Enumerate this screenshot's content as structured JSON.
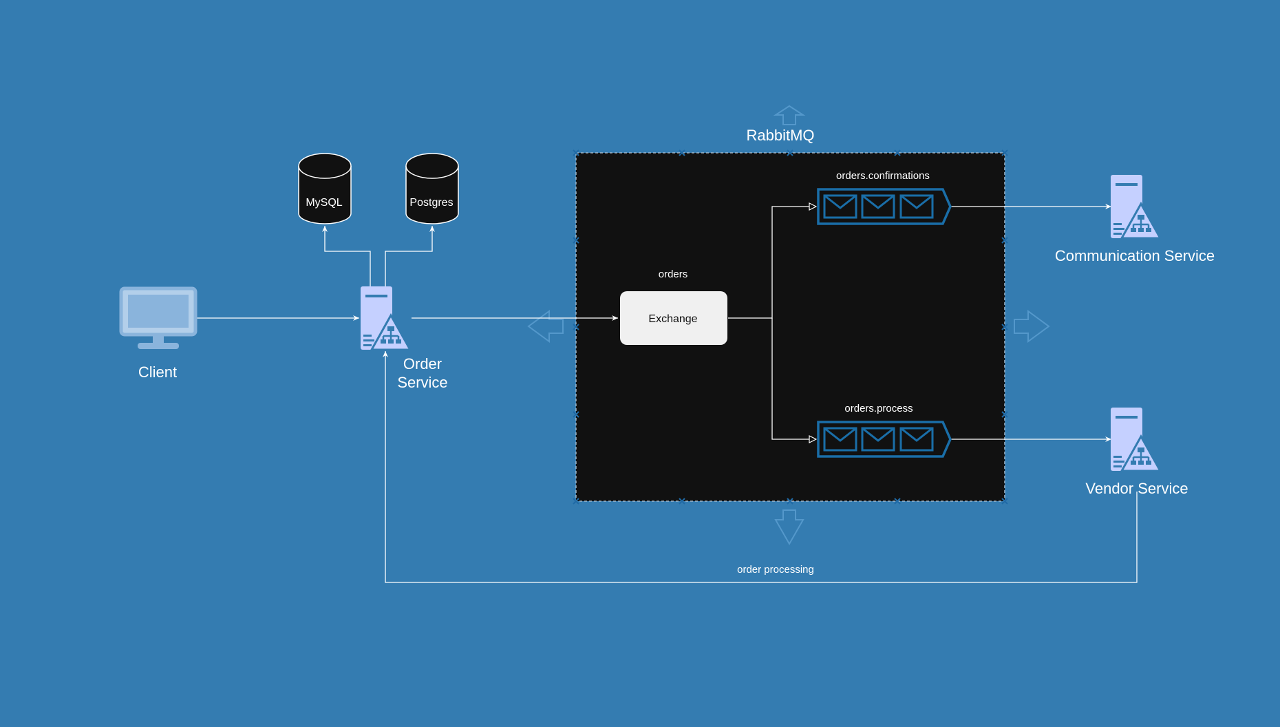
{
  "client": {
    "label": "Client"
  },
  "order_service": {
    "label_line1": "Order",
    "label_line2": "Service"
  },
  "databases": {
    "mysql": "MySQL",
    "postgres": "Postgres"
  },
  "rabbitmq": {
    "label": "RabbitMQ",
    "exchange_name": "orders",
    "exchange_label": "Exchange",
    "queue_confirmations": "orders.confirmations",
    "queue_process": "orders.process"
  },
  "communication_service": {
    "label": "Communication Service"
  },
  "vendor_service": {
    "label": "Vendor Service"
  },
  "edges": {
    "order_processing": "order processing"
  },
  "colors": {
    "background": "#347cb1",
    "container": "#111111",
    "icon": "#c5d0ff",
    "queue_stroke": "#1a6ea8"
  }
}
